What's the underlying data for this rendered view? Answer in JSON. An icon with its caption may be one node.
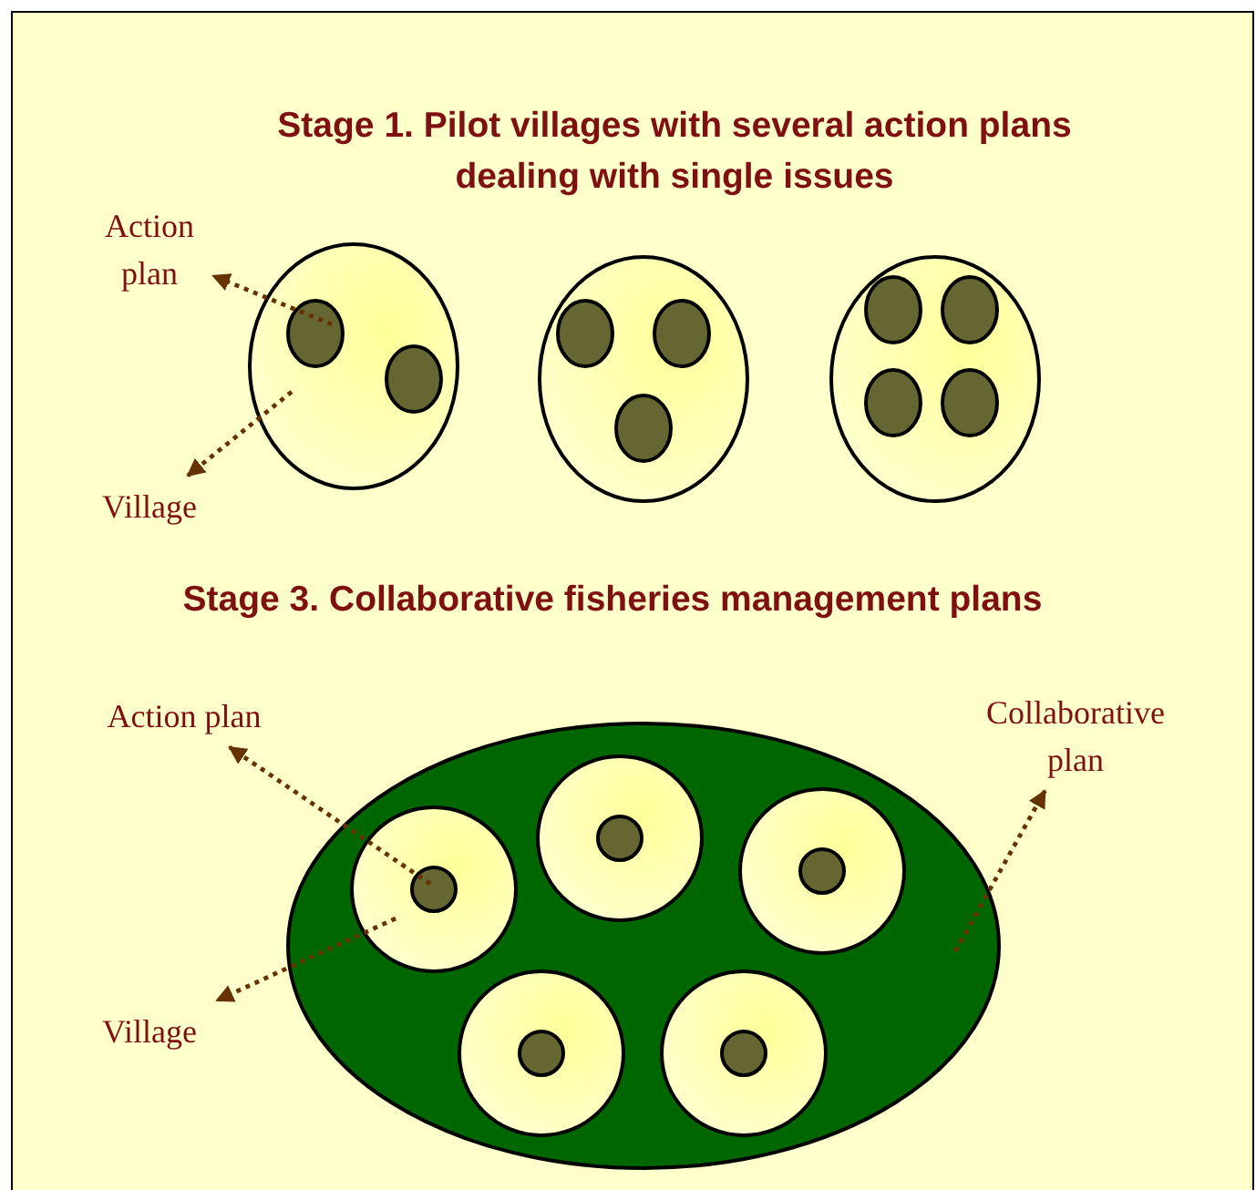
{
  "diagram": {
    "nodes": [
      {
        "text": [
          "Action plan"
        ]
      },
      {
        "text": [
          "Village"
        ]
      },
      {
        "text": [],
        "shape": "ellipse"
      },
      {
        "text": [],
        "shape": "ellipse",
        "in": 2
      },
      {
        "text": [],
        "shape": "ellipse",
        "in": 2
      },
      {
        "text": [],
        "shape": "ellipse"
      },
      {
        "text": [],
        "shape": "ellipse",
        "in": 5
      },
      {
        "text": [],
        "shape": "ellipse",
        "in": 5
      },
      {
        "text": [],
        "shape": "ellipse",
        "in": 5
      },
      {
        "text": [],
        "shape": "ellipse"
      },
      {
        "text": [],
        "shape": "ellipse",
        "in": 9
      },
      {
        "text": [],
        "shape": "ellipse",
        "in": 9
      },
      {
        "text": [],
        "shape": "ellipse",
        "in": 9
      },
      {
        "text": [],
        "shape": "ellipse",
        "in": 9
      },
      {
        "text": [
          "Action plan"
        ]
      },
      {
        "text": [
          "Village"
        ]
      },
      {
        "text": [
          "Collaborative plan"
        ]
      },
      {
        "text": [],
        "shape": "ellipse"
      },
      {
        "text": [],
        "shape": "circle",
        "in": 17
      },
      {
        "text": [],
        "shape": "circle",
        "in": 18
      },
      {
        "text": [],
        "shape": "circle",
        "in": 17
      },
      {
        "text": [],
        "shape": "circle",
        "in": 20
      },
      {
        "text": [],
        "shape": "circle",
        "in": 17
      },
      {
        "text": [],
        "shape": "circle",
        "in": 22
      },
      {
        "text": [],
        "shape": "circle",
        "in": 17
      },
      {
        "text": [],
        "shape": "circle",
        "in": 24
      },
      {
        "text": [],
        "shape": "circle",
        "in": 17
      },
      {
        "text": [],
        "shape": "circle",
        "in": 26
      }
    ],
    "edges": [
      {
        "from": 3,
        "to": 0,
        "arrow": "to",
        "style": "dashed"
      },
      {
        "from": 2,
        "to": 1,
        "arrow": "to",
        "style": "dashed"
      },
      {
        "from": 19,
        "to": 14,
        "arrow": "to",
        "style": "dashed"
      },
      {
        "from": 18,
        "to": 15,
        "arrow": "to",
        "style": "dashed"
      },
      {
        "from": 17,
        "to": 16,
        "arrow": "to",
        "style": "dashed"
      }
    ],
    "labels": [
      "Stage 1. Pilot villages with several action plans dealing with single issues",
      "Stage 3. Collaborative fisheries management plans"
    ]
  }
}
